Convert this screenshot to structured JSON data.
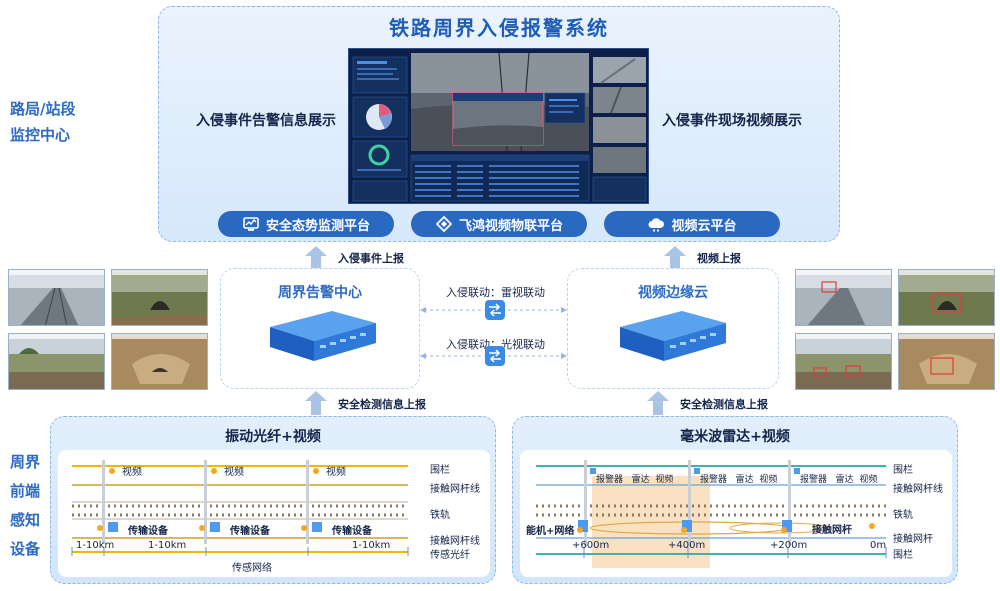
{
  "title": "铁路周界入侵报警系统",
  "left_labels": {
    "top": [
      "路局/站段",
      "监控中心"
    ],
    "bottom": [
      "周界",
      "前端",
      "感知",
      "设备"
    ]
  },
  "top_panel": {
    "left_caption": "入侵事件告警信息展示",
    "right_caption": "入侵事件现场视频展示",
    "platforms": [
      {
        "label": "安全态势监测平台",
        "icon": "monitor-chart-icon"
      },
      {
        "label": "飞鸿视频物联平台",
        "icon": "chain-link-icon"
      },
      {
        "label": "视频云平台",
        "icon": "cloud-icon"
      }
    ]
  },
  "flows": {
    "up_left_top": "入侵事件上报",
    "up_right_top": "视频上报",
    "up_left_bottom": "安全检测信息上报",
    "up_right_bottom": "安全检测信息上报"
  },
  "middle": {
    "left_box": "周界告警中心",
    "right_box": "视频边缘云",
    "link_radar": "入侵联动：雷视联动",
    "link_optical": "入侵联动：光视联动"
  },
  "bottom_left": {
    "title": "振动光纤+视频",
    "video_labels": [
      "视频",
      "视频",
      "视频"
    ],
    "device_labels": [
      "传输设备",
      "传输设备",
      "传输设备"
    ],
    "distances": [
      "1-10km",
      "1-10km",
      "1-10km"
    ],
    "network": "传感网络",
    "right_labels": [
      "围栏",
      "接触网杆线",
      "铁轨",
      "接触网杆线",
      "传感光纤"
    ]
  },
  "bottom_right": {
    "title": "毫米波雷达+视频",
    "device_groups": [
      [
        "报警器",
        "雷达",
        "视频"
      ],
      [
        "报警器",
        "雷达",
        "视频"
      ],
      [
        "报警器",
        "雷达",
        "视频"
      ]
    ],
    "left_device": "能机+网络",
    "pole_label": "接触网杆",
    "distances": [
      "+600m",
      "+400m",
      "+200m",
      "0m"
    ],
    "right_labels": [
      "围栏",
      "接触网杆线",
      "铁轨",
      "接触网杆",
      "围栏"
    ]
  },
  "colors": {
    "accent": "#2a69c2",
    "title_blue": "#1f5db8",
    "panel_bg": "#d6e8fb",
    "fiber_yellow": "#f2b800",
    "fence_teal": "#3fb3b0"
  }
}
